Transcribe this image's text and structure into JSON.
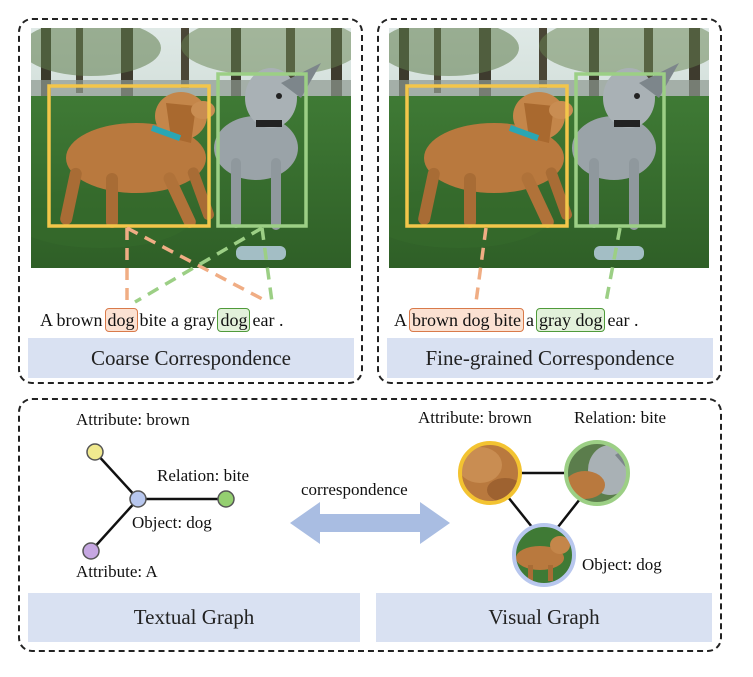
{
  "top_left": {
    "sentence_parts": [
      "A brown",
      "dog",
      "bite a gray",
      "dog",
      "ear ."
    ],
    "caption": "Coarse Correspondence"
  },
  "top_right": {
    "sentence_parts": [
      "A",
      "brown dog bite",
      "a",
      "gray dog",
      "ear ."
    ],
    "caption": "Fine-grained Correspondence"
  },
  "bottom": {
    "textual_graph": {
      "attribute_brown": "Attribute: brown",
      "relation_bite": "Relation: bite",
      "object_dog": "Object: dog",
      "attribute_a": "Attribute: A",
      "caption": "Textual Graph"
    },
    "arrow_label": "correspondence",
    "visual_graph": {
      "attribute_brown": "Attribute: brown",
      "relation_bite": "Relation: bite",
      "object_dog": "Object: dog",
      "caption": "Visual Graph"
    }
  },
  "colors": {
    "orange": "#f0ad84",
    "green": "#9ccf85",
    "yellow_box": "#f3c64a",
    "node_yellow": "#f1ea8f",
    "node_blue": "#b8c7ee",
    "node_green": "#94cf70",
    "node_purple": "#c6a7e2",
    "caption_bg": "#d9e1f2"
  }
}
